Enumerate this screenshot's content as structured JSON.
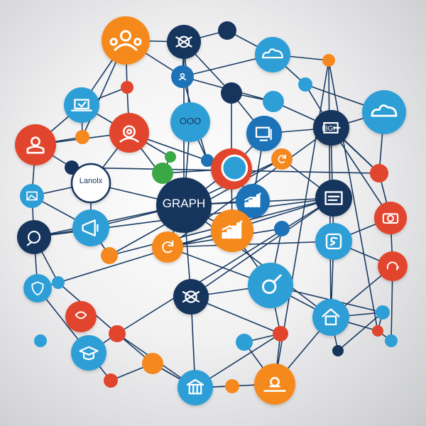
{
  "center": {
    "label": "GRAPH"
  },
  "labels": {
    "linux": "Lanolx",
    "ooo": "OOO",
    "ibgh": "I8GH"
  },
  "colors": {
    "navy": "#17345d",
    "blue": "#1e73b8",
    "sky": "#2e9fd6",
    "orange": "#f5891f",
    "red": "#e2452d",
    "green": "#3aa845",
    "white": "#ffffff",
    "line": "#1a3b62"
  },
  "nodes": [
    {
      "id": "center",
      "color": "navy",
      "size": "xl",
      "icon": "graph-label"
    },
    {
      "id": "people",
      "color": "orange",
      "size": "l",
      "icon": "people-icon"
    },
    {
      "id": "network",
      "color": "navy",
      "size": "m",
      "icon": "network-icon"
    },
    {
      "id": "top-dot",
      "color": "navy",
      "size": "xs",
      "icon": ""
    },
    {
      "id": "team",
      "color": "blue",
      "size": "m",
      "icon": "team-icon"
    },
    {
      "id": "orange-dot-a",
      "color": "orange",
      "size": "xs",
      "icon": ""
    },
    {
      "id": "red-dot-a",
      "color": "red",
      "size": "xs",
      "icon": ""
    },
    {
      "id": "laptop",
      "color": "sky",
      "size": "m",
      "icon": "laptop-icon"
    },
    {
      "id": "blue-dot-a",
      "color": "blue",
      "size": "s",
      "icon": ""
    },
    {
      "id": "navy-dot-a",
      "color": "navy",
      "size": "s",
      "icon": ""
    },
    {
      "id": "ooo",
      "color": "sky",
      "size": "m",
      "icon": "ooo-label"
    },
    {
      "id": "sky-dot-a",
      "color": "sky",
      "size": "s",
      "icon": ""
    },
    {
      "id": "sky-dot-b",
      "color": "sky",
      "size": "xs",
      "icon": ""
    },
    {
      "id": "cloud",
      "color": "sky",
      "size": "m",
      "icon": "cloud-icon"
    },
    {
      "id": "user",
      "color": "red",
      "size": "m",
      "icon": "user-icon"
    },
    {
      "id": "face",
      "color": "red",
      "size": "m",
      "icon": "face-icon"
    },
    {
      "id": "monitor",
      "color": "blue",
      "size": "m",
      "icon": "monitor-icon"
    },
    {
      "id": "ibgh",
      "color": "navy",
      "size": "m",
      "icon": "ibgh-label"
    },
    {
      "id": "orange-dot-b",
      "color": "orange",
      "size": "xs",
      "icon": ""
    },
    {
      "id": "green-dot",
      "color": "green",
      "size": "xs",
      "icon": ""
    },
    {
      "id": "green-big",
      "color": "green",
      "size": "s",
      "icon": ""
    },
    {
      "id": "target",
      "color": "red",
      "size": "l",
      "icon": "target-ring-icon"
    },
    {
      "id": "sync",
      "color": "orange",
      "size": "s",
      "icon": "sync-icon"
    },
    {
      "id": "navy-dot-b",
      "color": "navy",
      "size": "xs",
      "icon": ""
    },
    {
      "id": "red-dot-b",
      "color": "red",
      "size": "xs",
      "icon": ""
    },
    {
      "id": "linux",
      "color": "white",
      "size": "m",
      "icon": "linux-label"
    },
    {
      "id": "barchart",
      "color": "blue",
      "size": "m",
      "icon": "bar-chart-icon"
    },
    {
      "id": "dashboard",
      "color": "navy",
      "size": "m",
      "icon": "dashboard-icon"
    },
    {
      "id": "image",
      "color": "sky",
      "size": "s",
      "icon": "image-icon"
    },
    {
      "id": "trend",
      "color": "orange",
      "size": "l",
      "icon": "trend-chart-icon"
    },
    {
      "id": "blue-dot-c",
      "color": "blue",
      "size": "xs",
      "icon": ""
    },
    {
      "id": "camera",
      "color": "red",
      "size": "m",
      "icon": "camera-icon"
    },
    {
      "id": "megaphone",
      "color": "sky",
      "size": "m",
      "icon": "megaphone-icon"
    },
    {
      "id": "chat",
      "color": "navy",
      "size": "m",
      "icon": "chat-icon"
    },
    {
      "id": "orange-dot-c",
      "color": "orange",
      "size": "xs",
      "icon": ""
    },
    {
      "id": "refresh",
      "color": "orange",
      "size": "m",
      "icon": "refresh-icon"
    },
    {
      "id": "dollar",
      "color": "sky",
      "size": "m",
      "icon": "dollar-icon"
    },
    {
      "id": "red-circle",
      "color": "red",
      "size": "m",
      "icon": "swirl-icon"
    },
    {
      "id": "cloud-upload",
      "color": "sky",
      "size": "m",
      "icon": "cloud-upload-icon"
    },
    {
      "id": "hub",
      "color": "navy",
      "size": "m",
      "icon": "server-icon"
    },
    {
      "id": "gear-net",
      "color": "navy",
      "size": "m",
      "icon": "gear-network-icon"
    },
    {
      "id": "analytics",
      "color": "sky",
      "size": "l",
      "icon": "magnifier-icon"
    },
    {
      "id": "house",
      "color": "sky",
      "size": "m",
      "icon": "house-icon"
    },
    {
      "id": "sky-dot-c",
      "color": "sky",
      "size": "xs",
      "icon": ""
    },
    {
      "id": "doc",
      "color": "red",
      "size": "m",
      "icon": "document-icon"
    },
    {
      "id": "red-dot-c",
      "color": "red",
      "size": "s",
      "icon": ""
    },
    {
      "id": "sky-dot-d",
      "color": "sky",
      "size": "xs",
      "icon": ""
    },
    {
      "id": "grad",
      "color": "sky",
      "size": "m",
      "icon": "graduation-icon"
    },
    {
      "id": "red-dot-d",
      "color": "red",
      "size": "s",
      "icon": ""
    },
    {
      "id": "shield",
      "color": "sky",
      "size": "m",
      "icon": "shield-icon"
    },
    {
      "id": "sky-dot-e",
      "color": "sky",
      "size": "s",
      "icon": ""
    },
    {
      "id": "red-dot-e",
      "color": "red",
      "size": "xs",
      "icon": ""
    },
    {
      "id": "red-dot-f",
      "color": "red",
      "size": "xs",
      "icon": ""
    },
    {
      "id": "sky-dot-f",
      "color": "sky",
      "size": "xs",
      "icon": ""
    },
    {
      "id": "navy-dot-c",
      "color": "navy",
      "size": "xs",
      "icon": ""
    },
    {
      "id": "orange-dot-d",
      "color": "orange",
      "size": "s",
      "icon": ""
    },
    {
      "id": "red-dot-g",
      "color": "red",
      "size": "xs",
      "icon": ""
    },
    {
      "id": "building",
      "color": "sky",
      "size": "m",
      "icon": "building-icon"
    },
    {
      "id": "orange-dot-e",
      "color": "orange",
      "size": "xs",
      "icon": ""
    },
    {
      "id": "location",
      "color": "orange",
      "size": "m",
      "icon": "location-icon"
    },
    {
      "id": "orange-dot-f",
      "color": "orange",
      "size": "xs",
      "icon": ""
    },
    {
      "id": "sky-dot-g",
      "color": "sky",
      "size": "xs",
      "icon": ""
    }
  ],
  "edges": [
    [
      "center",
      "linux"
    ],
    [
      "center",
      "ooo"
    ],
    [
      "center",
      "target"
    ],
    [
      "center",
      "trend"
    ],
    [
      "center",
      "sync"
    ],
    [
      "center",
      "dashboard"
    ],
    [
      "center",
      "gear-net"
    ],
    [
      "center",
      "megaphone"
    ],
    [
      "center",
      "barchart"
    ],
    [
      "center",
      "face"
    ],
    [
      "center",
      "network"
    ],
    [
      "center",
      "refresh"
    ],
    [
      "center",
      "house"
    ],
    [
      "center",
      "chat"
    ],
    [
      "people",
      "network"
    ],
    [
      "people",
      "team"
    ],
    [
      "people",
      "laptop"
    ],
    [
      "people",
      "orange-dot-a"
    ],
    [
      "people",
      "red-dot-a"
    ],
    [
      "network",
      "top-dot"
    ],
    [
      "network",
      "team"
    ],
    [
      "network",
      "navy-dot-a"
    ],
    [
      "network",
      "ooo"
    ],
    [
      "top-dot",
      "cloud-upload"
    ],
    [
      "team",
      "cloud-upload"
    ],
    [
      "team",
      "blue-dot-a"
    ],
    [
      "team",
      "sky-dot-a"
    ],
    [
      "cloud-upload",
      "orange-dot-e"
    ],
    [
      "orange-dot-e",
      "red-dot-g"
    ],
    [
      "cloud-upload",
      "sky-dot-b"
    ],
    [
      "laptop",
      "face"
    ],
    [
      "laptop",
      "user"
    ],
    [
      "laptop",
      "orange-dot-b"
    ],
    [
      "laptop",
      "red-dot-a"
    ],
    [
      "red-dot-a",
      "face"
    ],
    [
      "blue-dot-a",
      "face"
    ],
    [
      "blue-dot-a",
      "ooo"
    ],
    [
      "navy-dot-a",
      "sky-dot-a"
    ],
    [
      "navy-dot-a",
      "monitor"
    ],
    [
      "navy-dot-a",
      "target"
    ],
    [
      "sky-dot-a",
      "ibgh"
    ],
    [
      "sky-dot-b",
      "cloud"
    ],
    [
      "sky-dot-b",
      "ibgh"
    ],
    [
      "cloud",
      "ibgh"
    ],
    [
      "cloud",
      "red-dot-c"
    ],
    [
      "ibgh",
      "monitor"
    ],
    [
      "ibgh",
      "hub"
    ],
    [
      "ibgh",
      "refresh"
    ],
    [
      "ibgh",
      "red-dot-c"
    ],
    [
      "monitor",
      "target"
    ],
    [
      "monitor",
      "barchart"
    ],
    [
      "target",
      "trend"
    ],
    [
      "target",
      "green-big"
    ],
    [
      "target",
      "barchart"
    ],
    [
      "green-big",
      "green-dot"
    ],
    [
      "green-dot",
      "face"
    ],
    [
      "face",
      "linux"
    ],
    [
      "face",
      "user"
    ],
    [
      "user",
      "orange-dot-b"
    ],
    [
      "user",
      "navy-dot-b"
    ],
    [
      "user",
      "image"
    ],
    [
      "linux",
      "navy-dot-b"
    ],
    [
      "linux",
      "image"
    ],
    [
      "linux",
      "megaphone"
    ],
    [
      "navy-dot-b",
      "red-dot-b"
    ],
    [
      "image",
      "chat"
    ],
    [
      "image",
      "megaphone"
    ],
    [
      "megaphone",
      "chat"
    ],
    [
      "chat",
      "shield"
    ],
    [
      "chat",
      "dashboard"
    ],
    [
      "chat",
      "sky-dot-e"
    ],
    [
      "megaphone",
      "orange-dot-c"
    ],
    [
      "orange-dot-c",
      "dashboard"
    ],
    [
      "sync",
      "dashboard"
    ],
    [
      "sync",
      "orange-dot-c"
    ],
    [
      "dashboard",
      "gear-net"
    ],
    [
      "dashboard",
      "sky-dot-e"
    ],
    [
      "dashboard",
      "red-dot-d"
    ],
    [
      "sky-dot-e",
      "shield"
    ],
    [
      "sky-dot-e",
      "red-dot-d"
    ],
    [
      "shield",
      "grad"
    ],
    [
      "grad",
      "red-dot-e"
    ],
    [
      "red-dot-d",
      "grad"
    ],
    [
      "red-dot-d",
      "orange-dot-d"
    ],
    [
      "red-dot-d",
      "building"
    ],
    [
      "gear-net",
      "building"
    ],
    [
      "gear-net",
      "analytics"
    ],
    [
      "gear-net",
      "red-dot-f"
    ],
    [
      "building",
      "orange-dot-d"
    ],
    [
      "building",
      "red-dot-f"
    ],
    [
      "building",
      "orange-dot-f"
    ],
    [
      "building",
      "location"
    ],
    [
      "red-dot-e",
      "orange-dot-d"
    ],
    [
      "orange-dot-d",
      "building"
    ],
    [
      "analytics",
      "trend"
    ],
    [
      "analytics",
      "blue-dot-c"
    ],
    [
      "analytics",
      "refresh"
    ],
    [
      "analytics",
      "red-dot-f"
    ],
    [
      "analytics",
      "sky-dot-c"
    ],
    [
      "analytics",
      "house"
    ],
    [
      "red-dot-f",
      "location"
    ],
    [
      "red-dot-f",
      "sky-dot-f"
    ],
    [
      "sky-dot-f",
      "location"
    ],
    [
      "location",
      "house"
    ],
    [
      "trend",
      "barchart"
    ],
    [
      "trend",
      "refresh"
    ],
    [
      "refresh",
      "dollar"
    ],
    [
      "refresh",
      "blue-dot-c"
    ],
    [
      "hub",
      "dollar"
    ],
    [
      "hub",
      "camera"
    ],
    [
      "hub",
      "red-dot-c"
    ],
    [
      "dollar",
      "camera"
    ],
    [
      "dollar",
      "red-circle"
    ],
    [
      "dollar",
      "house"
    ],
    [
      "camera",
      "red-circle"
    ],
    [
      "camera",
      "red-dot-c"
    ],
    [
      "red-circle",
      "house"
    ],
    [
      "red-circle",
      "sky-dot-g"
    ],
    [
      "house",
      "sky-dot-c"
    ],
    [
      "house",
      "red-dot-g"
    ],
    [
      "sky-dot-c",
      "red-dot-g"
    ],
    [
      "house",
      "navy-dot-c"
    ],
    [
      "sky-dot-c",
      "navy-dot-c"
    ],
    [
      "location",
      "orange-dot-e"
    ],
    [
      "house",
      "orange-dot-e"
    ],
    [
      "sky-dot-g",
      "red-dot-g"
    ]
  ]
}
